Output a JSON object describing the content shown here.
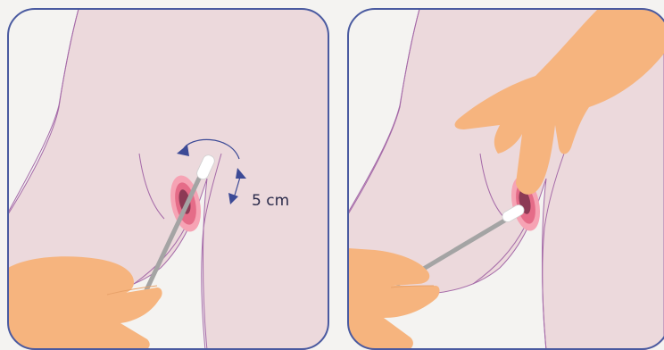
{
  "panels": [
    {
      "name": "self-swab-insertion",
      "measurement": {
        "text": "5 cm"
      }
    },
    {
      "name": "self-swab-with-separation"
    }
  ],
  "colors": {
    "background": "#f4f3f1",
    "panel_border": "#4a5aa0",
    "skin": "#ecd9dc",
    "skin_outline": "#a56aa8",
    "hand": "#f6b47e",
    "vulva_outer": "#f6a3b4",
    "vulva_mid": "#e56c88",
    "vulva_inner": "#8c3a55",
    "swab_stick": "#a4a4a4",
    "swab_tip": "#ffffff",
    "arrow": "#3c4a96"
  }
}
